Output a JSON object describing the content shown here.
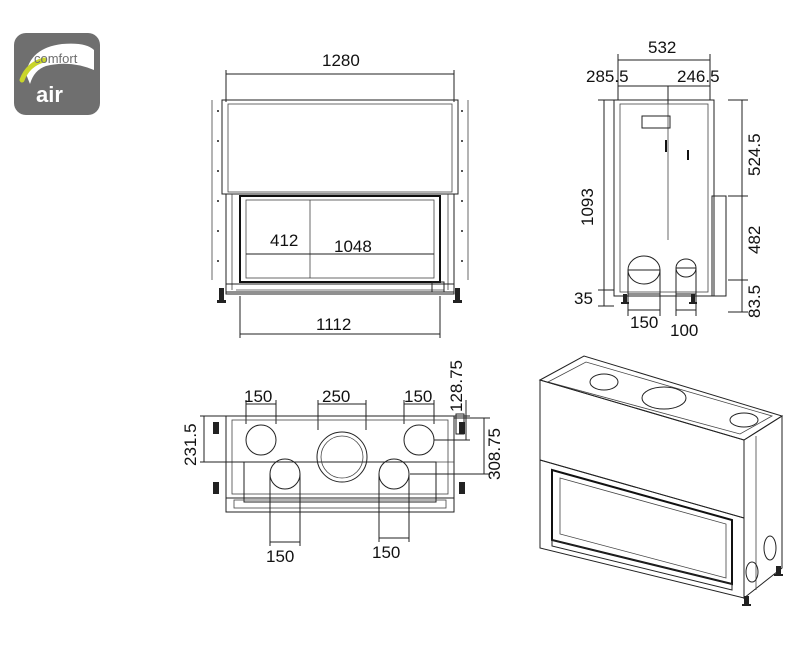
{
  "logo": {
    "word_top": "comfort",
    "word_bottom": "air",
    "color_dark": "#6f6f6f",
    "color_accent": "#c9d52a"
  },
  "front_view": {
    "overall_width": "1280",
    "glass_height": "412",
    "glass_width": "1048",
    "base_width": "1112"
  },
  "side_view": {
    "overall_depth": "532",
    "depth_front": "285.5",
    "depth_back": "246.5",
    "total_height": "1093",
    "upper_height": "524.5",
    "lower_height": "482",
    "foot_height_left": "35",
    "foot_height_right": "83.5",
    "duct_left": "150",
    "duct_right": "100"
  },
  "top_view": {
    "top_duct_left": "150",
    "center_flue": "250",
    "top_duct_right": "150",
    "offset_right_top": "128.75",
    "offset_left": "231.5",
    "offset_right": "308.75",
    "bottom_duct_left": "150",
    "bottom_duct_right": "150"
  }
}
